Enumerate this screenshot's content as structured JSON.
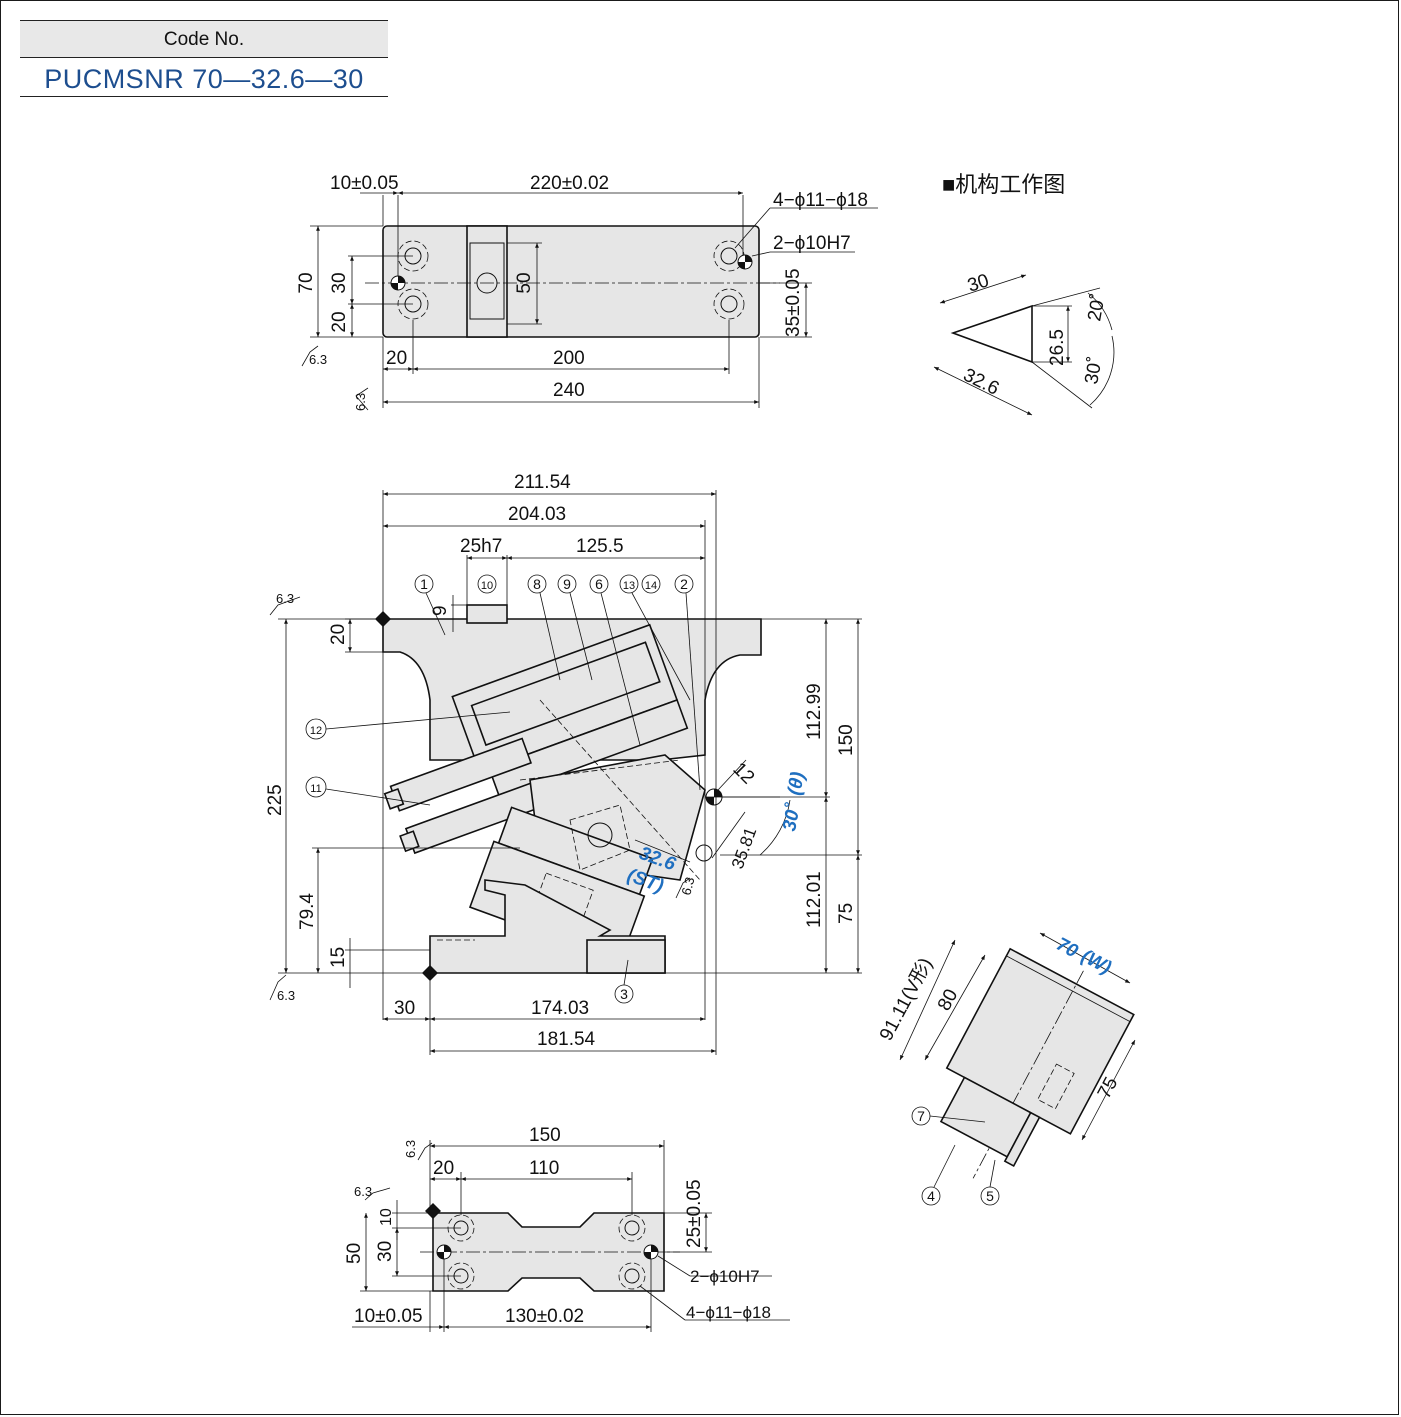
{
  "code": {
    "label": "Code No.",
    "value": "PUCMSNR 70—32.6—30"
  },
  "mechanism_title": "■机构工作图",
  "top_view": {
    "d_10": "10±0.05",
    "d_220": "220±0.02",
    "holes": "4−ϕ11−ϕ18",
    "pins": "2−ϕ10H7",
    "d_70": "70",
    "d_30": "30",
    "d_20v": "20",
    "d_50": "50",
    "d_35": "35±0.05",
    "d_20": "20",
    "d_200": "200",
    "d_240": "240",
    "rough": "6.3"
  },
  "mechanism": {
    "d_30": "30",
    "d_32_6": "32.6",
    "d_26_5": "26.5",
    "a_20": "20˚",
    "a_30": "30˚"
  },
  "front_view": {
    "d_211_54": "211.54",
    "d_204_03": "204.03",
    "d_25h7": "25h7",
    "d_125_5": "125.5",
    "d_9": "9",
    "d_20": "20",
    "d_225": "225",
    "d_79_4": "79.4",
    "d_15": "15",
    "d_112_99": "112.99",
    "d_150": "150",
    "d_112_01": "112.01",
    "d_75": "75",
    "d_12": "12",
    "d_30deg": "30˚",
    "theta": "(θ)",
    "d_35_81": "35.81",
    "st_value": "32.6",
    "st_label": "(ST)",
    "d_30": "30",
    "d_174_03": "174.03",
    "d_181_54": "181.54",
    "rough": "6.3"
  },
  "parts": {
    "p1": "1",
    "p2": "2",
    "p3": "3",
    "p4": "4",
    "p5": "5",
    "p6": "6",
    "p7": "7",
    "p8": "8",
    "p9": "9",
    "p10": "10",
    "p11": "11",
    "p12": "12",
    "p13": "13",
    "p14": "14"
  },
  "side_view": {
    "w_value": "70",
    "w_label": "(W)",
    "d_91": "91.11(V形)",
    "d_80": "80",
    "d_75": "75"
  },
  "bottom_view": {
    "d_150": "150",
    "d_20": "20",
    "d_110": "110",
    "d_25": "25±0.05",
    "d_10": "10",
    "d_30": "30",
    "d_50": "50",
    "pins": "2−ϕ10H7",
    "d_10b": "10±0.05",
    "d_130": "130±0.02",
    "holes": "4−ϕ11−ϕ18",
    "rough": "6.3"
  }
}
